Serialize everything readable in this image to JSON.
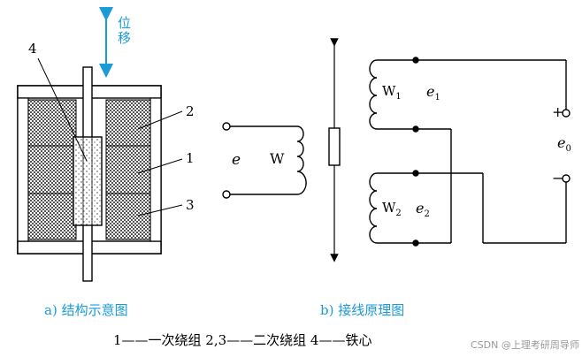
{
  "diagram": {
    "displacement_label": "位移",
    "part_numbers": [
      "4",
      "2",
      "1",
      "3"
    ],
    "terminal_labels": {
      "e": "e",
      "W": "W",
      "W1": "W",
      "W1_sub": "1",
      "e1": "e",
      "e1_sub": "1",
      "W2": "W",
      "W2_sub": "2",
      "e2": "e",
      "e2_sub": "2",
      "plus": "+",
      "minus": "−",
      "e0": "e",
      "e0_sub": "0"
    },
    "caption_a": "a) 结构示意图",
    "caption_b": "b) 接线原理图",
    "legend": "1——一次绕组  2,3——二次绕组  4——铁心",
    "watermark": "CSDN @上理考研周导师",
    "colors": {
      "accent": "#1a9ad6",
      "line": "#000000",
      "coil_fill": "#8a8a8a"
    }
  }
}
